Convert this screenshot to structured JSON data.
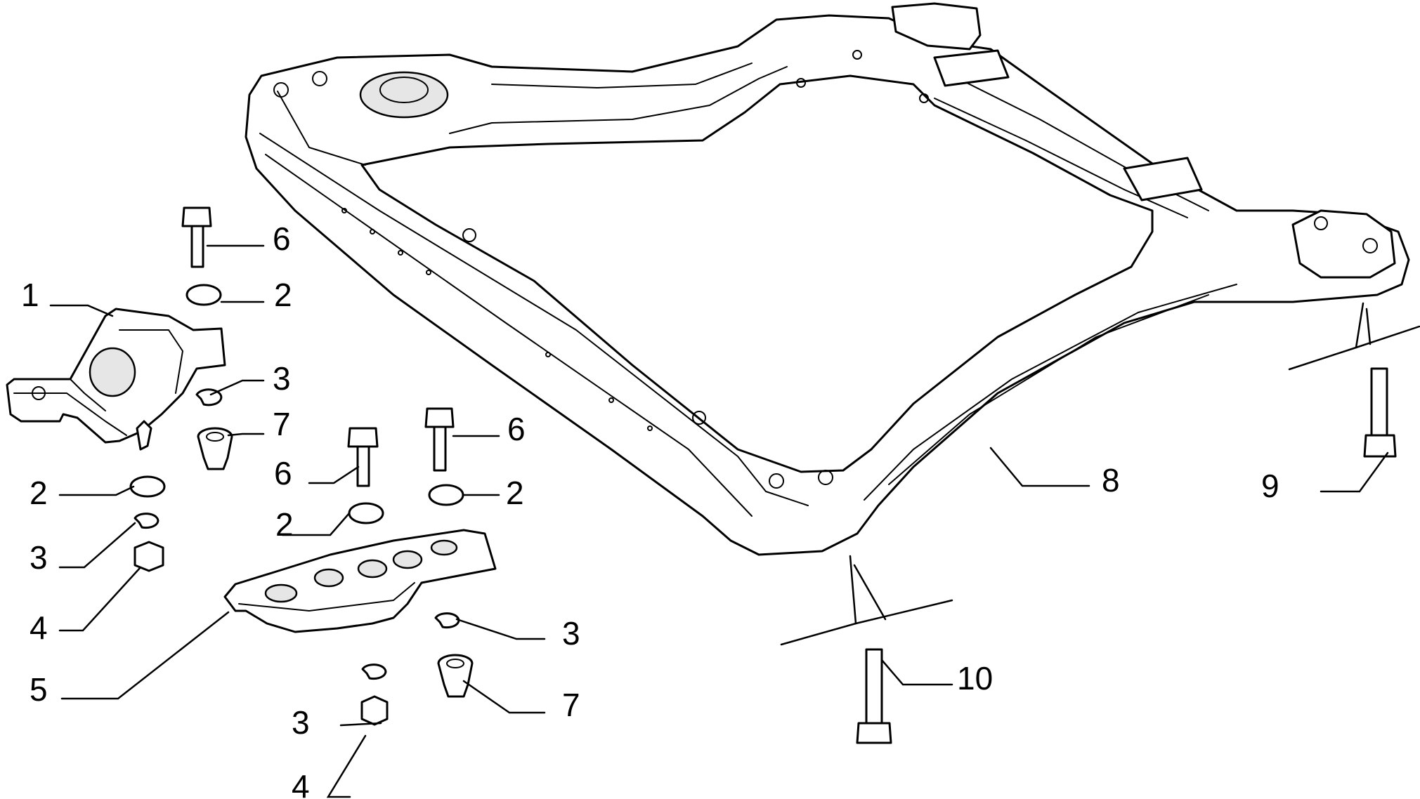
{
  "diagram": {
    "callouts": [
      {
        "id": "c1",
        "text": "1"
      },
      {
        "id": "c2a",
        "text": "2"
      },
      {
        "id": "c2b",
        "text": "2"
      },
      {
        "id": "c2c",
        "text": "2"
      },
      {
        "id": "c2d",
        "text": "2"
      },
      {
        "id": "c3a",
        "text": "3"
      },
      {
        "id": "c3b",
        "text": "3"
      },
      {
        "id": "c3c",
        "text": "3"
      },
      {
        "id": "c3d",
        "text": "3"
      },
      {
        "id": "c4a",
        "text": "4"
      },
      {
        "id": "c4b",
        "text": "4"
      },
      {
        "id": "c5",
        "text": "5"
      },
      {
        "id": "c6a",
        "text": "6"
      },
      {
        "id": "c6b",
        "text": "6"
      },
      {
        "id": "c6c",
        "text": "6"
      },
      {
        "id": "c7a",
        "text": "7"
      },
      {
        "id": "c7b",
        "text": "7"
      },
      {
        "id": "c8",
        "text": "8"
      },
      {
        "id": "c9",
        "text": "9"
      },
      {
        "id": "c10",
        "text": "10"
      }
    ]
  }
}
